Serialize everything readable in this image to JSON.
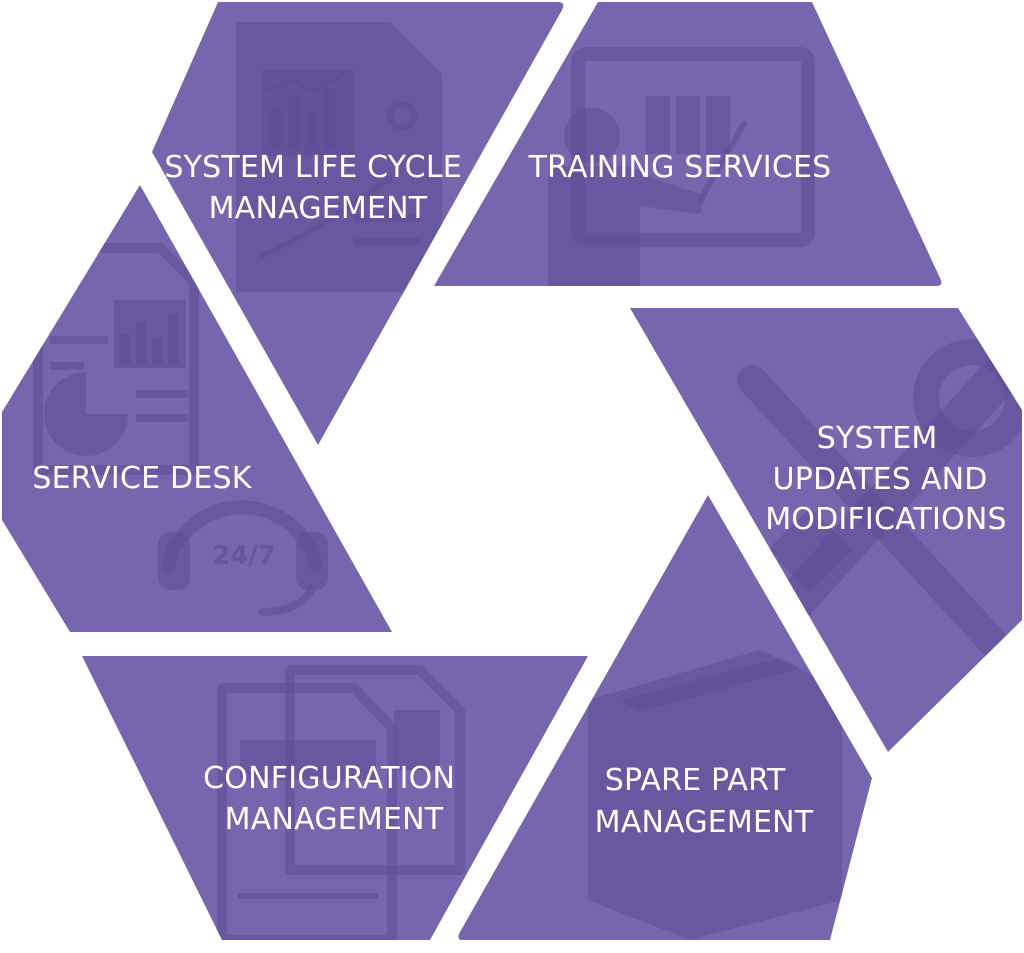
{
  "colors": {
    "segment_fill": "#7766ae",
    "icon_shade": "#5e4d96",
    "label_text": "#ffffff"
  },
  "segments": [
    {
      "key": "lifecycle",
      "label_lines": [
        "SYSTEM LIFE CYCLE",
        "MANAGEMENT"
      ],
      "icon": "document-chart-icon"
    },
    {
      "key": "training",
      "label_lines": [
        "TRAINING SERVICES"
      ],
      "icon": "presenter-icon"
    },
    {
      "key": "updates",
      "label_lines": [
        "SYSTEM",
        "UPDATES AND",
        "MODIFICATIONS"
      ],
      "icon": "tools-icon"
    },
    {
      "key": "spare",
      "label_lines": [
        "SPARE PART",
        "MANAGEMENT"
      ],
      "icon": "box-icon"
    },
    {
      "key": "configuration",
      "label_lines": [
        "CONFIGURATION",
        "MANAGEMENT"
      ],
      "icon": "documents-icon"
    },
    {
      "key": "servicedesk",
      "label_lines": [
        "SERVICE  DESK"
      ],
      "icon": "headset-icon"
    }
  ],
  "service_desk_badge": "24/7"
}
